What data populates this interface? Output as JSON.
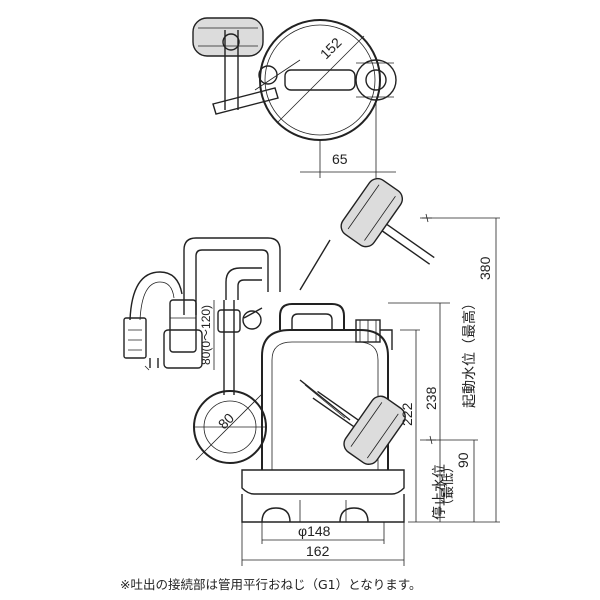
{
  "dims": {
    "top_diameter": "152",
    "top_offset": "65",
    "float_range": "80(0～120)",
    "float_dia": "80",
    "h222": "222",
    "h238": "238",
    "h380": "380",
    "h90": "90",
    "base_dia": "φ148",
    "width": "162"
  },
  "labels": {
    "start_level": "起動水位（最高）",
    "stop_level_a": "停止水位",
    "stop_level_b": "（最低）"
  },
  "note": "※吐出の接続部は管用平行おねじ（G1）となります。"
}
